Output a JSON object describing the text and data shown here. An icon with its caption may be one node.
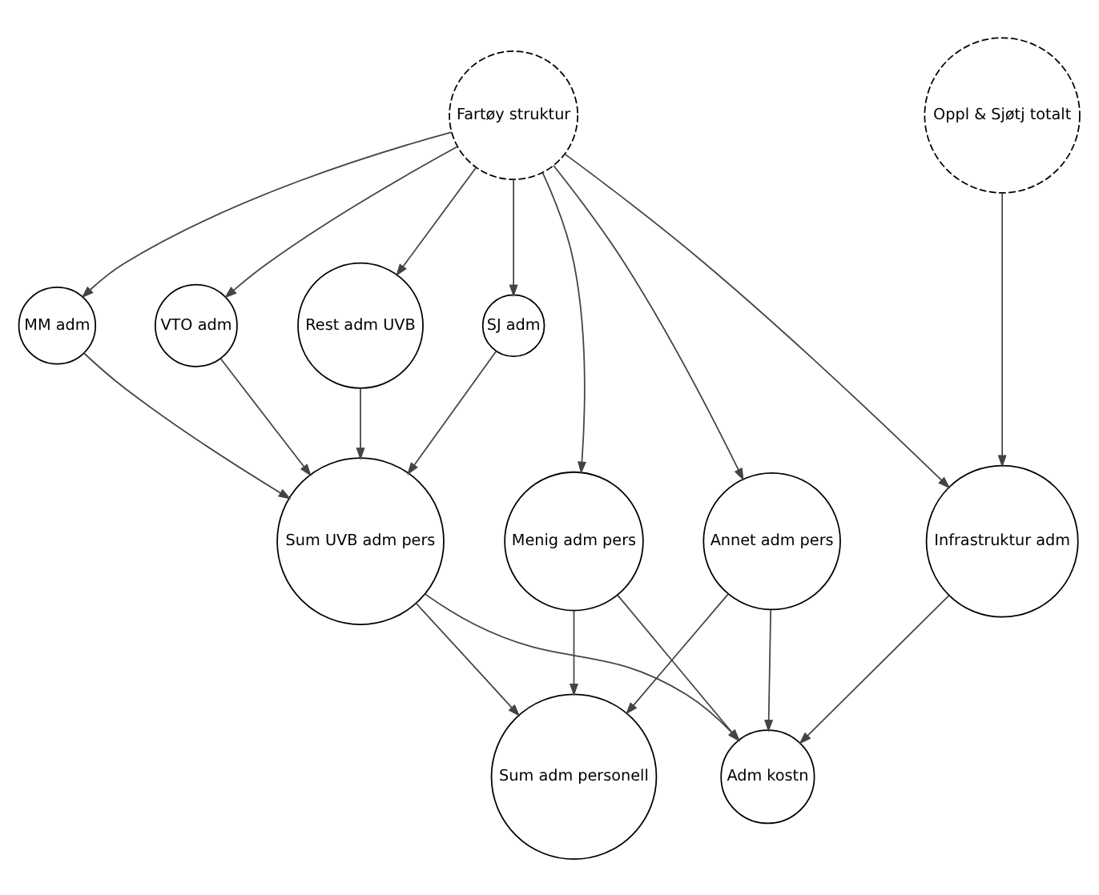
{
  "diagram": {
    "nodes": [
      {
        "text": [
          "Oppl & Sjøtj totalt"
        ]
      },
      {
        "text": [
          "Fartøy struktur"
        ]
      },
      {
        "text": [
          "SJ adm"
        ]
      },
      {
        "text": [
          "MM adm"
        ]
      },
      {
        "text": [
          "VTO adm"
        ]
      },
      {
        "text": [
          "Rest adm UVB"
        ]
      },
      {
        "text": [
          "Infrastruktur adm"
        ]
      },
      {
        "text": [
          "Sum UVB adm pers"
        ]
      },
      {
        "text": [
          "Annet adm pers"
        ]
      },
      {
        "text": [
          "Menig adm pers"
        ]
      },
      {
        "text": [
          "Adm kostn"
        ]
      },
      {
        "text": [
          "Sum adm personell"
        ]
      }
    ],
    "edges": [
      {
        "from": 0,
        "to": 6,
        "arrow": "to"
      },
      {
        "from": 1,
        "to": 6,
        "arrow": "to"
      },
      {
        "from": 1,
        "to": 2,
        "arrow": "to"
      },
      {
        "from": 1,
        "to": 3,
        "arrow": "to"
      },
      {
        "from": 1,
        "to": 4,
        "arrow": "to"
      },
      {
        "from": 1,
        "to": 5,
        "arrow": "to"
      },
      {
        "from": 1,
        "to": 8,
        "arrow": "to"
      },
      {
        "from": 1,
        "to": 9,
        "arrow": "to"
      },
      {
        "from": 2,
        "to": 7,
        "arrow": "to"
      },
      {
        "from": 3,
        "to": 7,
        "arrow": "to"
      },
      {
        "from": 4,
        "to": 7,
        "arrow": "to"
      },
      {
        "from": 5,
        "to": 7,
        "arrow": "to"
      },
      {
        "from": 6,
        "to": 10,
        "arrow": "to"
      },
      {
        "from": 7,
        "to": 10,
        "arrow": "to"
      },
      {
        "from": 7,
        "to": 11,
        "arrow": "to"
      },
      {
        "from": 8,
        "to": 10,
        "arrow": "to"
      },
      {
        "from": 8,
        "to": 11,
        "arrow": "to"
      },
      {
        "from": 9,
        "to": 10,
        "arrow": "to"
      },
      {
        "from": 9,
        "to": 11,
        "arrow": "to"
      }
    ]
  }
}
